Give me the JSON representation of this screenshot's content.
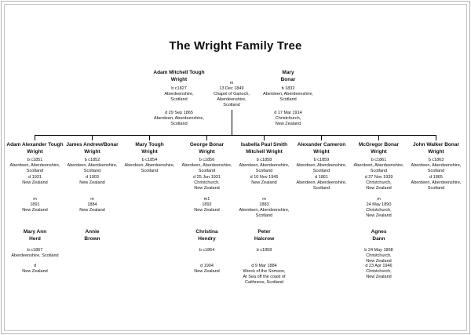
{
  "title": "The Wright Family Tree",
  "father": {
    "name": "Adam Mitchell Tough\nWright",
    "birth": "b c1827\nAberdeenshire,\nScotland",
    "death": "d 29 Sep 1865\nAberdeen, Aberdeenshire,\nScotland"
  },
  "marriage": {
    "text": "m\n13 Dec 1849\nChapel of Garioch,\nAberdeenshire,\nScotland"
  },
  "mother": {
    "name": "Mary\nBonar",
    "birth": "b 1832\nAberdeen, Aberdeenshire,\nScotland",
    "death": "d 17 Mar 1914\nChristchurch,\nNew Zealand"
  },
  "children": [
    {
      "name": "Adam Alexander Tough\nWright",
      "birth": "b c1851\nAberdeen, Aberdeenshire,\nScotland",
      "death": "d 1931\nNew Zealand",
      "marriage": "m\n1891\nNew Zealand",
      "spouse_name": "Mary Ann\nHerd",
      "spouse_birth": "b c1867\nAberdeenshire, Scotland",
      "spouse_death": "d\nNew Zealand"
    },
    {
      "name": "James Andrew/Bonar\nWright",
      "birth": "b c1852\nAberdeen, Aberdeenshire,\nScotland",
      "death": "d 1903\nNew Zealand",
      "marriage": "m\n1884\nNew Zealand",
      "spouse_name": "Annie\nBrown",
      "spouse_birth": "",
      "spouse_death": ""
    },
    {
      "name": "Mary Tough\nWright",
      "birth": "b c1854\nAberdeen, Aberdeenshire,\nScotland",
      "death": "",
      "marriage": "",
      "spouse_name": "",
      "spouse_birth": "",
      "spouse_death": ""
    },
    {
      "name": "George Bonar\nWright",
      "birth": "b c1856\nAberdeen, Aberdeenshire,\nScotland",
      "death": "d 25 Jun 1931\nChristchurch,\nNew Zealand",
      "marriage": "m1\n1892\nNew Zealand",
      "spouse_name": "Christina\nHendry",
      "spouse_birth": "b c1864",
      "spouse_death": "d 1904\nNew Zealand"
    },
    {
      "name": "Isabella Paul Smith\nMitchell Wright",
      "birth": "b c1858\nAberdeen, Aberdeenshire,\nScotland",
      "death": "d 10 Nov 1945\nNew Zealand",
      "marriage": "m\n1883\nAberdeen, Aberdeenshire,\nScotland",
      "spouse_name": "Peter\nHalcrow",
      "spouse_birth": "b c1858",
      "spouse_death": "d 9 Mar 1884\nWreck of the Somson,\nAt Sea off the coast of\nCaithness, Scotland"
    },
    {
      "name": "Alexander Cameron\nWright",
      "birth": "b c1859\nAberdeen, Aberdeenshire,\nScotland",
      "death": "d 1861\nAberdeen, Aberdeenshire,\nScotland",
      "marriage": "",
      "spouse_name": "",
      "spouse_birth": "",
      "spouse_death": ""
    },
    {
      "name": "McGregor Bonar\nWright",
      "birth": "b c1861\nAberdeen, Aberdeenshire,\nScotland",
      "death": "d 27 Nov 1939\nChristchurch,\nNew Zealand",
      "marriage": "m\n24 May 1890\nChristchurch,\nNew Zealand",
      "spouse_name": "Agnes\nDann",
      "spouse_birth": "b 24 May 1868\nChristchurch,\nNew Zealand",
      "spouse_death": "d 23 Apr 1946\nChristchurch,\nNew Zealand"
    },
    {
      "name": "John Walker Bonar\nWright",
      "birth": "b c1863\nAberdeen, Aberdeenshire,\nScotland",
      "death": "d 1865\nAberdeen, Aberdeenshire,\nScotland",
      "marriage": "",
      "spouse_name": "",
      "spouse_birth": "",
      "spouse_death": ""
    }
  ]
}
